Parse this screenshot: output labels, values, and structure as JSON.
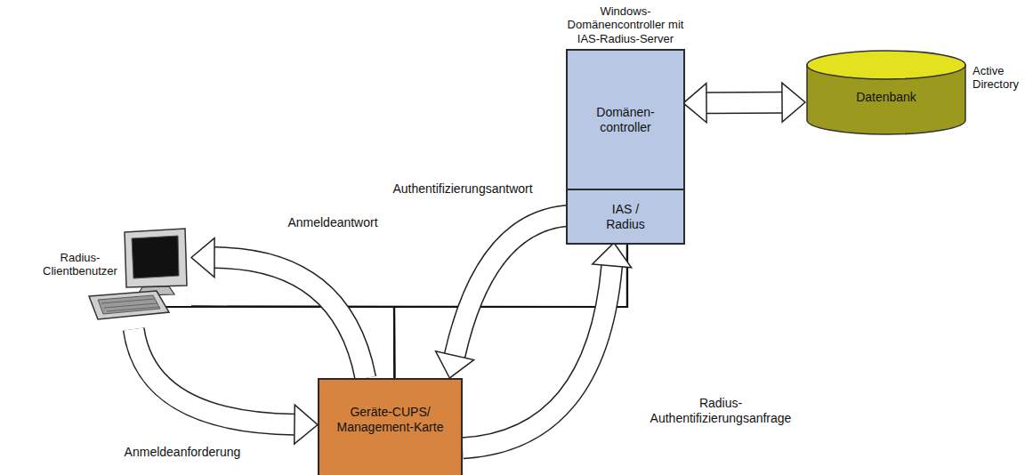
{
  "diagram": {
    "nodes": [
      {
        "text": [
          "Radius- Clientbenutzer"
        ]
      },
      {
        "text": [
          "Windows- Domänencontroller mit IAS-Radius-Server"
        ]
      },
      {
        "text": [
          "Domänen- controller"
        ],
        "in": 1
      },
      {
        "text": [
          "IAS / Radius"
        ],
        "in": 1
      },
      {
        "text": [
          "Active Directory",
          "Datenbank"
        ]
      },
      {
        "text": [
          "Geräte-CUPS/ Management-Karte"
        ]
      }
    ],
    "edges": [
      {
        "from": 0,
        "to": 5,
        "label": "Anmeldeanforderung",
        "arrow": "to"
      },
      {
        "from": 5,
        "to": 0,
        "label": "Anmeldeantwort",
        "arrow": "to"
      },
      {
        "from": 5,
        "to": 3,
        "label": "Radius- Authentifizierungsanfrage",
        "arrow": "to"
      },
      {
        "from": 3,
        "to": 5,
        "label": "Authentifizierungsantwort",
        "arrow": "to"
      },
      {
        "from": 2,
        "to": 4,
        "arrow": "both"
      },
      {
        "from": 0,
        "to": 5,
        "arrow": "none"
      },
      {
        "from": 5,
        "to": 3,
        "arrow": "none"
      },
      {
        "from": 0,
        "to": 3,
        "arrow": "none"
      }
    ]
  }
}
